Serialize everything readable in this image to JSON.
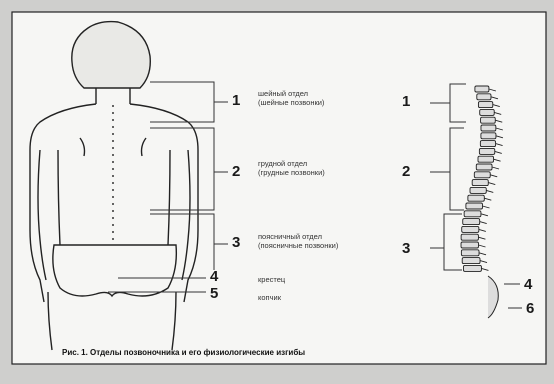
{
  "figure": {
    "caption": "Рис. 1. Отделы позвоночника и его физиологические изгибы",
    "left_labels": [
      {
        "num": "1",
        "text": "шейный отдел (шейные позвонки)"
      },
      {
        "num": "2",
        "text": "грудной отдел (грудные позвонки)"
      },
      {
        "num": "3",
        "text": "поясничный отдел (поясничные позвонки)"
      },
      {
        "num": "4",
        "text": "крестец"
      },
      {
        "num": "5",
        "text": "копчик"
      }
    ],
    "right_labels": [
      "1",
      "2",
      "3",
      "4",
      "6"
    ]
  }
}
